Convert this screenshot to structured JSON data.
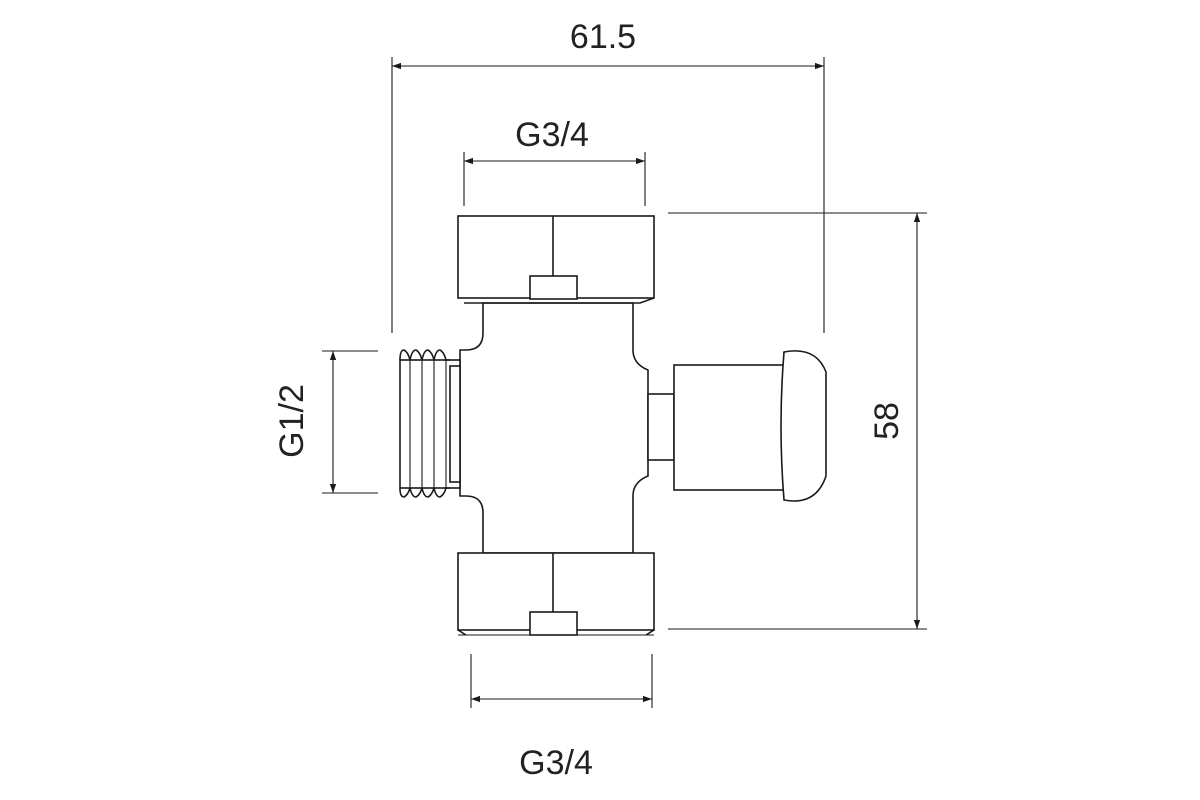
{
  "dimensions": {
    "overall_width": "61.5",
    "overall_height": "58",
    "top_connection": "G3/4",
    "bottom_connection": "G3/4",
    "side_connection": "G1/2"
  },
  "colors": {
    "line": "#1a1a1a",
    "text": "#222222",
    "background": "#ffffff"
  }
}
